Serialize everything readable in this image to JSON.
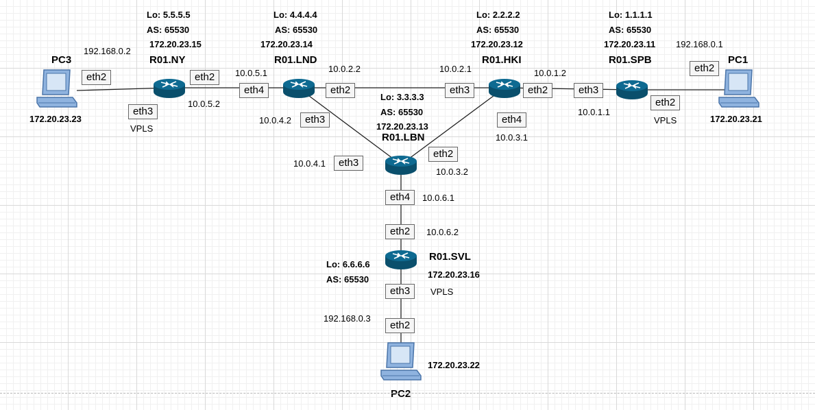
{
  "diagram": {
    "routers": {
      "ny": {
        "name": "R01.NY",
        "lo": "Lo: 5.5.5.5",
        "as": "AS: 65530",
        "ip": "172.20.23.15"
      },
      "lnd": {
        "name": "R01.LND",
        "lo": "Lo: 4.4.4.4",
        "as": "AS: 65530",
        "ip": "172.20.23.14"
      },
      "hki": {
        "name": "R01.HKI",
        "lo": "Lo: 2.2.2.2",
        "as": "AS: 65530",
        "ip": "172.20.23.12"
      },
      "spb": {
        "name": "R01.SPB",
        "lo": "Lo: 1.1.1.1",
        "as": "AS: 65530",
        "ip": "172.20.23.11"
      },
      "lbn": {
        "name": "R01.LBN",
        "lo": "Lo: 3.3.3.3",
        "as": "AS: 65530",
        "ip": "172.20.23.13"
      },
      "svl": {
        "name": "R01.SVL",
        "lo": "Lo: 6.6.6.6",
        "as": "AS: 65530",
        "ip": "172.20.23.16"
      }
    },
    "pcs": {
      "pc1": {
        "name": "PC1",
        "ip": "172.20.23.21"
      },
      "pc2": {
        "name": "PC2",
        "ip": "172.20.23.22"
      },
      "pc3": {
        "name": "PC3",
        "ip": "172.20.23.23"
      }
    },
    "ports": {
      "pc3_eth2": "eth2",
      "ny_eth3": "eth3",
      "ny_eth2": "eth2",
      "lnd_eth4": "eth4",
      "lnd_eth2": "eth2",
      "lnd_eth3": "eth3",
      "hki_eth3": "eth3",
      "hki_eth2": "eth2",
      "hki_eth4": "eth4",
      "spb_eth3": "eth3",
      "spb_eth2": "eth2",
      "pc1_eth2": "eth2",
      "lbn_eth3": "eth3",
      "lbn_eth2": "eth2",
      "lbn_eth4": "eth4",
      "svl_eth2": "eth2",
      "svl_eth3": "eth3",
      "pc2_eth2": "eth2"
    },
    "addresses": {
      "pc3_net": "192.168.0.2",
      "ny_10_0_5_2": "10.0.5.2",
      "lnd_10_0_5_1": "10.0.5.1",
      "lnd_10_0_2_2": "10.0.2.2",
      "lnd_10_0_4_2": "10.0.4.2",
      "hki_10_0_2_1": "10.0.2.1",
      "hki_10_0_1_2": "10.0.1.2",
      "hki_10_0_3_1": "10.0.3.1",
      "spb_10_0_1_1": "10.0.1.1",
      "pc1_net": "192.168.0.1",
      "lbn_10_0_4_1": "10.0.4.1",
      "lbn_10_0_3_2": "10.0.3.2",
      "lbn_10_0_6_1": "10.0.6.1",
      "svl_10_0_6_2": "10.0.6.2",
      "pc2_net": "192.168.0.3"
    },
    "vpls": {
      "ny": "VPLS",
      "spb": "VPLS",
      "svl": "VPLS"
    }
  },
  "colors": {
    "router_fill": "#0e6a91",
    "router_dark": "#0a4f6c",
    "pc_fill": "#8fb3df",
    "pc_stroke": "#4a74a8",
    "link": "#222222",
    "port_border": "#666666"
  },
  "icons": {
    "router": "router-icon",
    "pc": "pc-icon"
  }
}
